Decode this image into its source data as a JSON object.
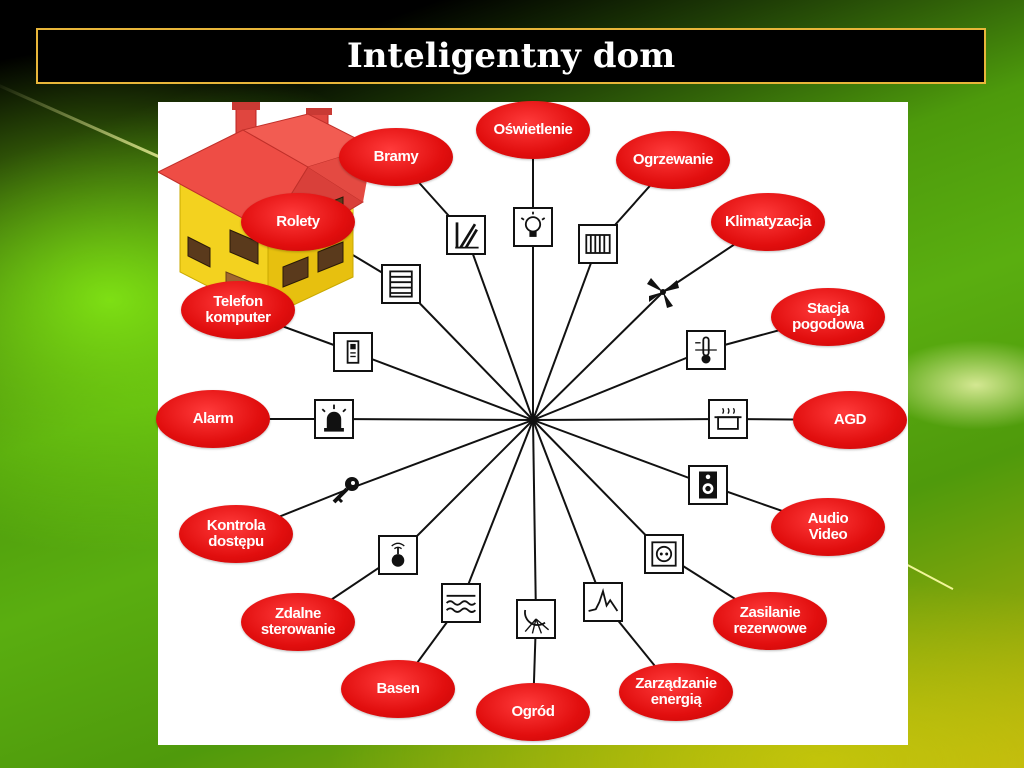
{
  "title": "Inteligentny dom",
  "center": {
    "name": "house-icon"
  },
  "nodes": [
    {
      "id": "oswietlenie",
      "lines": [
        "Oświetlenie"
      ],
      "icon": "light-bulb-icon"
    },
    {
      "id": "ogrzewanie",
      "lines": [
        "Ogrzewanie"
      ],
      "icon": "radiator-icon"
    },
    {
      "id": "klimatyzacja",
      "lines": [
        "Klimatyzacja"
      ],
      "icon": "fan-icon"
    },
    {
      "id": "stacja-pogodowa",
      "lines": [
        "Stacja",
        "pogodowa"
      ],
      "icon": "thermometer-icon"
    },
    {
      "id": "agd",
      "lines": [
        "AGD"
      ],
      "icon": "cooking-pot-icon"
    },
    {
      "id": "audio-video",
      "lines": [
        "Audio",
        "Video"
      ],
      "icon": "speaker-icon"
    },
    {
      "id": "zasilanie-rezerwowe",
      "lines": [
        "Zasilanie",
        "rezerwowe"
      ],
      "icon": "power-socket-icon"
    },
    {
      "id": "zarzadzanie-energia",
      "lines": [
        "Zarządzanie",
        "energią"
      ],
      "icon": "energy-graph-icon"
    },
    {
      "id": "ogrod",
      "lines": [
        "Ogród"
      ],
      "icon": "sun-garden-icon"
    },
    {
      "id": "basen",
      "lines": [
        "Basen"
      ],
      "icon": "pool-icon"
    },
    {
      "id": "zdalne-sterowanie",
      "lines": [
        "Zdalne",
        "sterowanie"
      ],
      "icon": "remote-signal-icon"
    },
    {
      "id": "kontrola-dostepu",
      "lines": [
        "Kontrola",
        "dostępu"
      ],
      "icon": "key-icon"
    },
    {
      "id": "alarm",
      "lines": [
        "Alarm"
      ],
      "icon": "alarm-siren-icon"
    },
    {
      "id": "telefon-komputer",
      "lines": [
        "Telefon",
        "komputer"
      ],
      "icon": "phone-icon"
    },
    {
      "id": "rolety",
      "lines": [
        "Rolety"
      ],
      "icon": "blinds-icon"
    },
    {
      "id": "bramy",
      "lines": [
        "Bramy"
      ],
      "icon": "gate-icon"
    }
  ],
  "colors": {
    "bubble": "#e10e0e",
    "frame": "#e8b63a",
    "roof": "#e8453f",
    "walls": "#f2d21f"
  }
}
